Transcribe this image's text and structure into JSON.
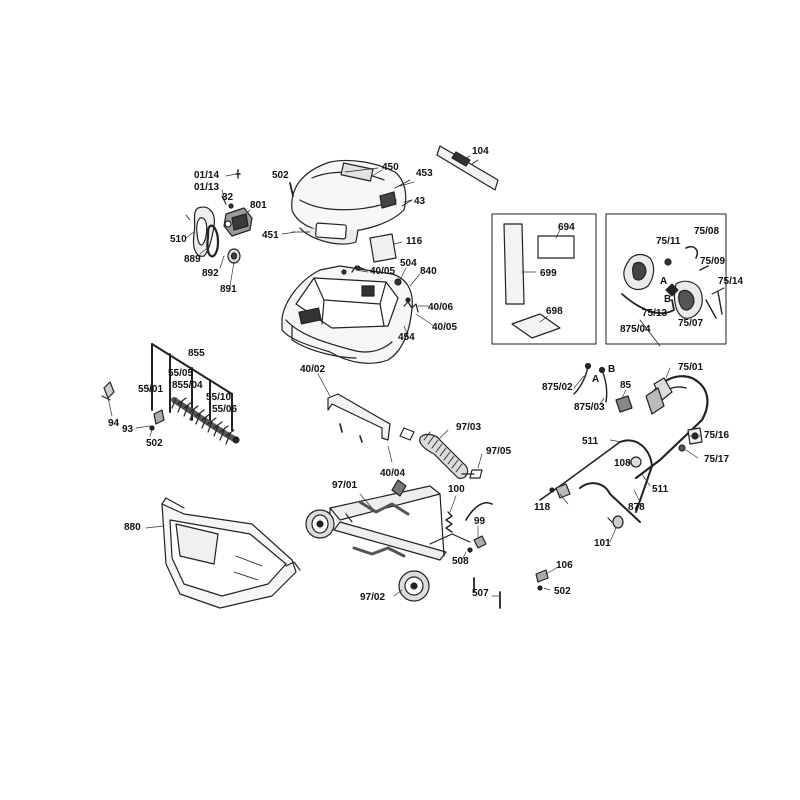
{
  "diagram": {
    "title": "",
    "labels": [
      {
        "id": "l104",
        "text": "104"
      },
      {
        "id": "l450",
        "text": "450"
      },
      {
        "id": "l453",
        "text": "453"
      },
      {
        "id": "l502a",
        "text": "502"
      },
      {
        "id": "l43",
        "text": "43"
      },
      {
        "id": "l451",
        "text": "451"
      },
      {
        "id": "l116",
        "text": "116"
      },
      {
        "id": "l0114",
        "text": "01/14"
      },
      {
        "id": "l0113",
        "text": "01/13"
      },
      {
        "id": "l32",
        "text": "32"
      },
      {
        "id": "l801",
        "text": "801"
      },
      {
        "id": "l510",
        "text": "510"
      },
      {
        "id": "l889",
        "text": "889"
      },
      {
        "id": "l892",
        "text": "892"
      },
      {
        "id": "l891",
        "text": "891"
      },
      {
        "id": "l4005a",
        "text": "40/05"
      },
      {
        "id": "l504",
        "text": "504"
      },
      {
        "id": "l840",
        "text": "840"
      },
      {
        "id": "l4006",
        "text": "40/06"
      },
      {
        "id": "l4005b",
        "text": "40/05"
      },
      {
        "id": "l454",
        "text": "454"
      },
      {
        "id": "l694",
        "text": "694"
      },
      {
        "id": "l699",
        "text": "699"
      },
      {
        "id": "l698",
        "text": "698"
      },
      {
        "id": "l7511",
        "text": "75/11"
      },
      {
        "id": "l7508",
        "text": "75/08"
      },
      {
        "id": "l7509",
        "text": "75/09"
      },
      {
        "id": "lA1",
        "text": "A"
      },
      {
        "id": "lB1",
        "text": "B"
      },
      {
        "id": "l7514",
        "text": "75/14"
      },
      {
        "id": "l7513",
        "text": "75/13"
      },
      {
        "id": "l87504",
        "text": "875/04"
      },
      {
        "id": "l7507",
        "text": "75/07"
      },
      {
        "id": "l855",
        "text": "855"
      },
      {
        "id": "l5505",
        "text": "55/05"
      },
      {
        "id": "l5501",
        "text": "55/01"
      },
      {
        "id": "l85504",
        "text": "855/04"
      },
      {
        "id": "l5510",
        "text": "55/10"
      },
      {
        "id": "l5506",
        "text": "55/06"
      },
      {
        "id": "l94",
        "text": "94"
      },
      {
        "id": "l93",
        "text": "93"
      },
      {
        "id": "l502b",
        "text": "502"
      },
      {
        "id": "l4002",
        "text": "40/02"
      },
      {
        "id": "l9703",
        "text": "97/03"
      },
      {
        "id": "l9705",
        "text": "97/05"
      },
      {
        "id": "l4004",
        "text": "40/04"
      },
      {
        "id": "l7501",
        "text": "75/01"
      },
      {
        "id": "lA2",
        "text": "A"
      },
      {
        "id": "lB2",
        "text": "B"
      },
      {
        "id": "l87502",
        "text": "875/02"
      },
      {
        "id": "l85",
        "text": "85"
      },
      {
        "id": "l87503",
        "text": "875/03"
      },
      {
        "id": "l7516",
        "text": "75/16"
      },
      {
        "id": "l511a",
        "text": "511"
      },
      {
        "id": "l108",
        "text": "108"
      },
      {
        "id": "l7517",
        "text": "75/17"
      },
      {
        "id": "l511b",
        "text": "511"
      },
      {
        "id": "l118",
        "text": "118"
      },
      {
        "id": "l878",
        "text": "878"
      },
      {
        "id": "l101",
        "text": "101"
      },
      {
        "id": "l9701",
        "text": "97/01"
      },
      {
        "id": "l100",
        "text": "100"
      },
      {
        "id": "l99",
        "text": "99"
      },
      {
        "id": "l508",
        "text": "508"
      },
      {
        "id": "l880",
        "text": "880"
      },
      {
        "id": "l9702",
        "text": "97/02"
      },
      {
        "id": "l507",
        "text": "507"
      },
      {
        "id": "l106",
        "text": "106"
      },
      {
        "id": "l502c",
        "text": "502"
      }
    ]
  }
}
